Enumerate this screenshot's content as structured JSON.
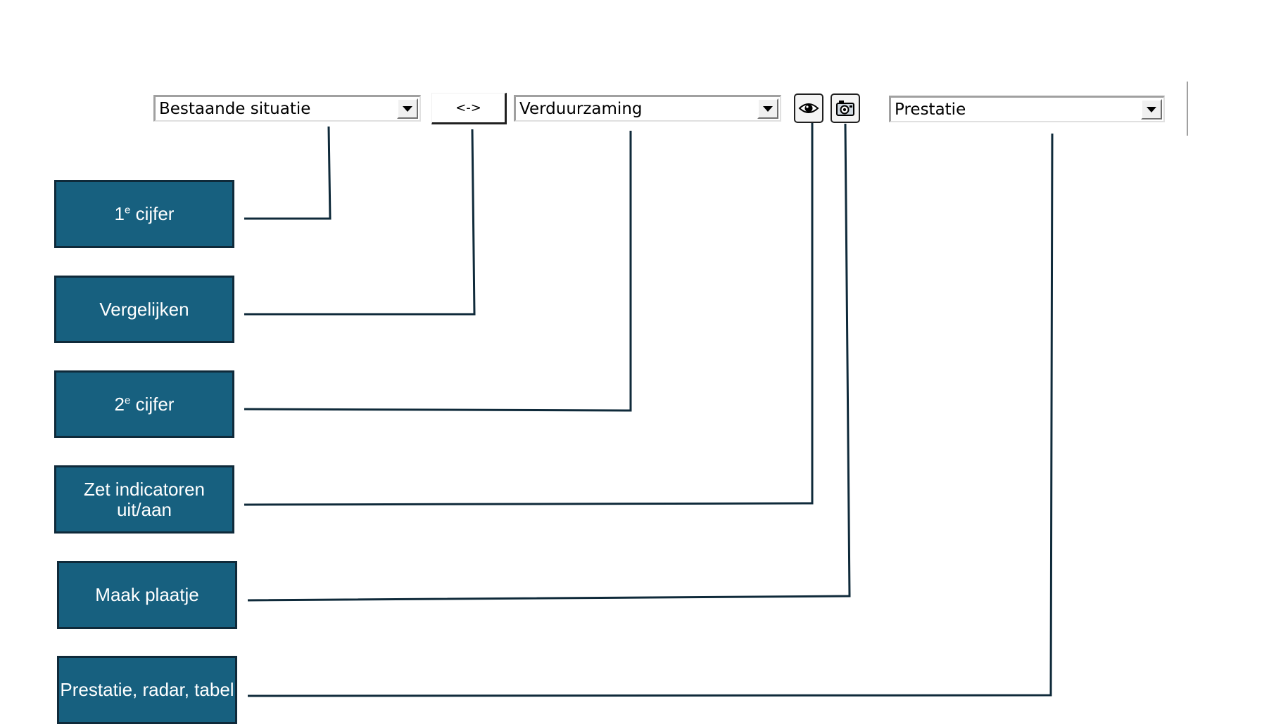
{
  "toolbar": {
    "first_dropdown": {
      "value": "Bestaande situatie"
    },
    "swap_button": {
      "label": "<->"
    },
    "second_dropdown": {
      "value": "Verduurzaming"
    },
    "view_dropdown": {
      "value": "Prestatie"
    }
  },
  "callouts": {
    "first_score": {
      "number": "1",
      "superscript": "e",
      "text": " cijfer"
    },
    "compare": {
      "label": "Vergelijken"
    },
    "second_score": {
      "number": "2",
      "superscript": "e",
      "text": " cijfer"
    },
    "toggle_indicators": {
      "line1": "Zet indicatoren",
      "line2": "uit/aan"
    },
    "make_picture": {
      "label": "Maak plaatje"
    },
    "performance_views": {
      "label": "Prestatie, radar, tabel"
    }
  },
  "colors": {
    "callout_fill": "#17607f",
    "callout_border": "#0f2a3a",
    "connector_line": "#0f2a3a"
  },
  "icons": [
    "eye-icon",
    "camera-icon",
    "chevron-down-icon"
  ]
}
